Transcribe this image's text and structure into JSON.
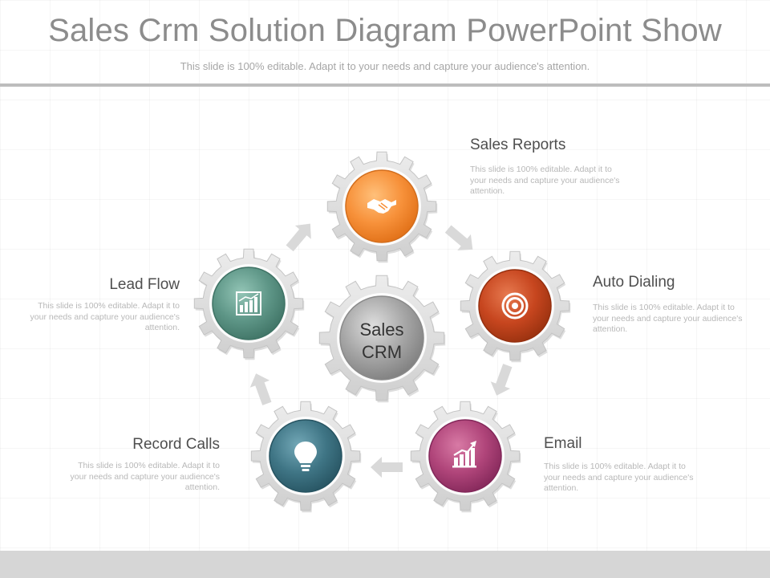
{
  "slide": {
    "title": "Sales Crm Solution Diagram PowerPoint Show",
    "subtitle": "This slide is 100% editable. Adapt it to your needs and capture your audience's attention."
  },
  "center": {
    "line1": "Sales",
    "line2": "CRM"
  },
  "nodes": [
    {
      "id": "sales-reports",
      "label": "Sales Reports",
      "text": "This slide is 100% editable. Adapt it to your needs and capture your audience's attention.",
      "icon": "handshake-icon",
      "color": "#f7913a"
    },
    {
      "id": "auto-dialing",
      "label": "Auto Dialing",
      "text": "This slide is 100% editable. Adapt it to your needs and capture your audience's attention.",
      "icon": "target-icon",
      "color": "#c7461f"
    },
    {
      "id": "email",
      "label": "Email",
      "text": "This slide is 100% editable. Adapt it to your needs and capture your audience's attention.",
      "icon": "growth-chart-icon",
      "color": "#b0457a"
    },
    {
      "id": "record-calls",
      "label": "Record Calls",
      "text": "This slide is 100% editable. Adapt it to your needs and capture your audience's attention.",
      "icon": "lightbulb-icon",
      "color": "#3f7585"
    },
    {
      "id": "lead-flow",
      "label": "Lead Flow",
      "text": "This slide is 100% editable. Adapt it to your needs and capture your audience's attention.",
      "icon": "bar-chart-icon",
      "color": "#5e9687"
    }
  ],
  "colors": {
    "gear": "#dcdcdc",
    "center": "#9e9e9e",
    "arrow": "#d9d9d9"
  }
}
